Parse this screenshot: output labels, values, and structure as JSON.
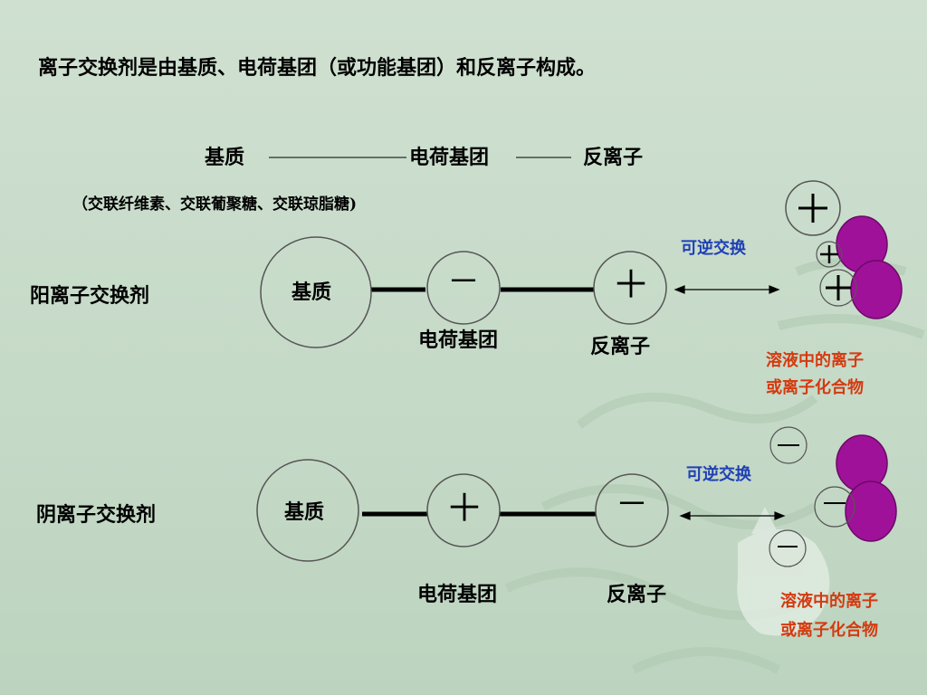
{
  "title": "离子交换剂是由基质、电荷基团（或功能基团）和反离子构成。",
  "structure": {
    "matrix": "基质",
    "charged_group": "电荷基团",
    "counter_ion": "反离子"
  },
  "examples": "（交联纤维素、交联葡聚糖、交联琼脂糖)",
  "cation_exchanger": {
    "label": "阳离子交换剂",
    "matrix": "基质",
    "group_symbol": "－",
    "counter_symbol": "＋",
    "group_label": "电荷基团",
    "counter_label": "反离子",
    "exchange_label": "可逆交换",
    "solution_line1": "溶液中的离子",
    "solution_line2": "或离子化合物"
  },
  "anion_exchanger": {
    "label": "阴离子交换剂",
    "matrix": "基质",
    "group_symbol": "＋",
    "counter_symbol": "－",
    "group_label": "电荷基团",
    "counter_label": "反离子",
    "exchange_label": "可逆交换",
    "solution_line1": "溶液中的离子",
    "solution_line2": "或离子化合物"
  },
  "colors": {
    "blob": "#a0119a",
    "exchange_text": "#1f3fb5",
    "solution_text": "#d43a10"
  }
}
